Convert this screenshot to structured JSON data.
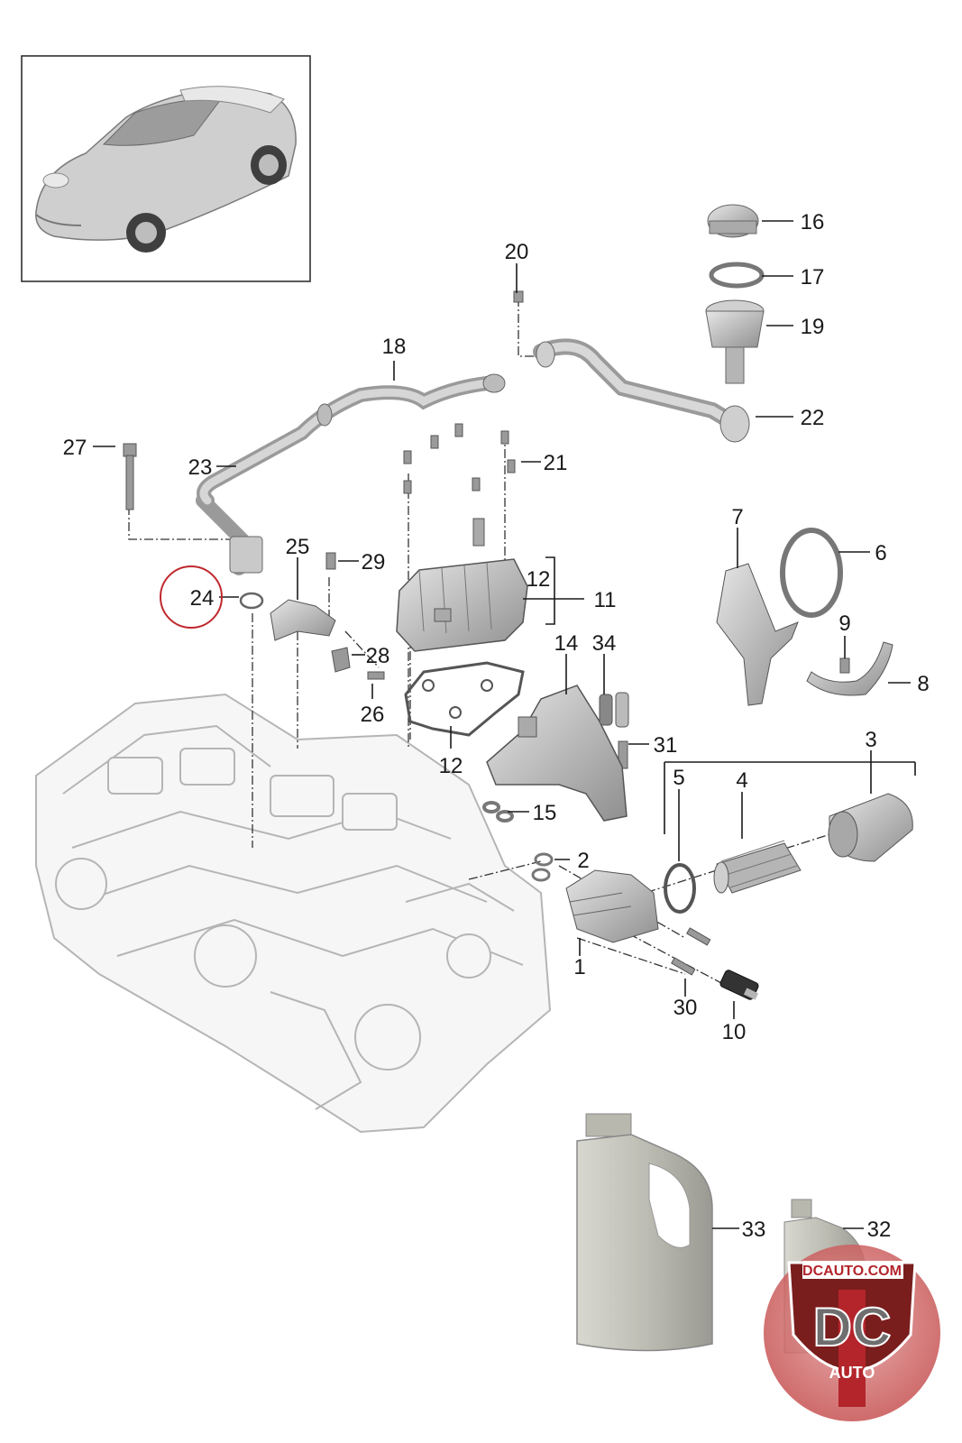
{
  "diagram": {
    "callouts": [
      {
        "id": "1",
        "label": "1"
      },
      {
        "id": "2",
        "label": "2"
      },
      {
        "id": "3",
        "label": "3"
      },
      {
        "id": "4",
        "label": "4"
      },
      {
        "id": "5",
        "label": "5"
      },
      {
        "id": "6",
        "label": "6"
      },
      {
        "id": "7",
        "label": "7"
      },
      {
        "id": "8",
        "label": "8"
      },
      {
        "id": "9",
        "label": "9"
      },
      {
        "id": "10",
        "label": "10"
      },
      {
        "id": "11",
        "label": "11"
      },
      {
        "id": "12a",
        "label": "12"
      },
      {
        "id": "12b",
        "label": "12"
      },
      {
        "id": "14",
        "label": "14"
      },
      {
        "id": "15",
        "label": "15"
      },
      {
        "id": "16",
        "label": "16"
      },
      {
        "id": "17",
        "label": "17"
      },
      {
        "id": "18",
        "label": "18"
      },
      {
        "id": "19",
        "label": "19"
      },
      {
        "id": "20",
        "label": "20"
      },
      {
        "id": "21",
        "label": "21"
      },
      {
        "id": "22",
        "label": "22"
      },
      {
        "id": "23",
        "label": "23"
      },
      {
        "id": "24",
        "label": "24"
      },
      {
        "id": "25",
        "label": "25"
      },
      {
        "id": "26",
        "label": "26"
      },
      {
        "id": "27",
        "label": "27"
      },
      {
        "id": "28",
        "label": "28"
      },
      {
        "id": "29",
        "label": "29"
      },
      {
        "id": "30",
        "label": "30"
      },
      {
        "id": "31",
        "label": "31"
      },
      {
        "id": "32",
        "label": "32"
      },
      {
        "id": "33",
        "label": "33"
      },
      {
        "id": "34",
        "label": "34"
      }
    ],
    "highlighted_callout": "24",
    "colors": {
      "line": "#1a1a1a",
      "part_fill": "#c9c9c9",
      "part_dark": "#8f8f8f",
      "engine_stroke": "#b5b5b5",
      "highlight_circle": "#c0282d",
      "logo_red": "#b3252b",
      "logo_gray": "#6e6e6e"
    }
  },
  "watermark": {
    "top_text": "DCAUTO.COM",
    "big_text": "DC",
    "bottom_text": "AUTO"
  }
}
